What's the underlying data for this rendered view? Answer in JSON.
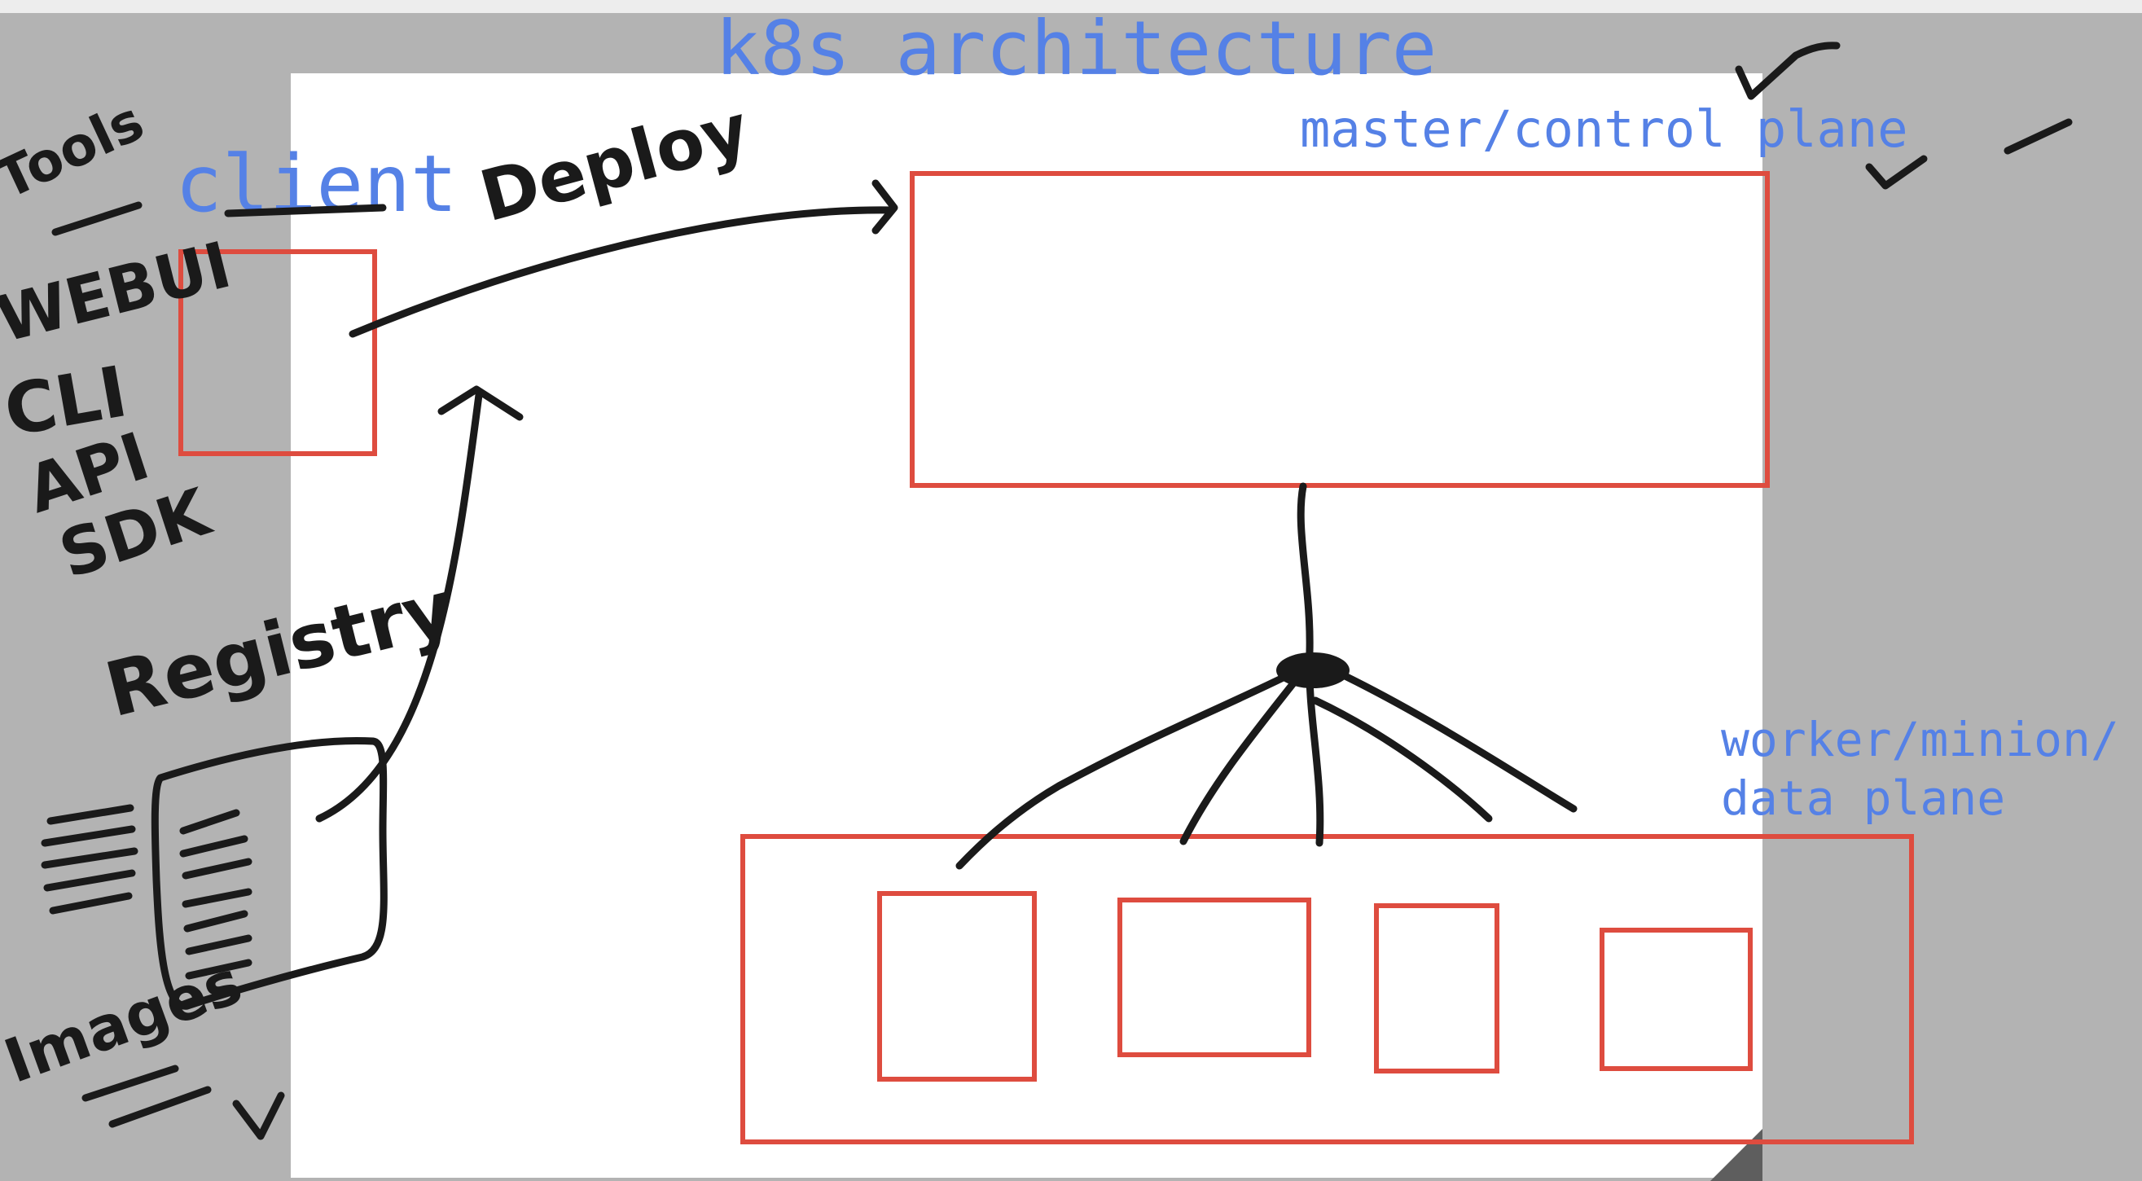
{
  "title": "k8s architecture",
  "labels": {
    "client": "client",
    "master": "master/control plane",
    "worker_line1": "worker/minion/",
    "worker_line2": "data plane"
  },
  "handwritten": {
    "tools": "Tools",
    "deploy": "Deploy",
    "webui": "WEBUI",
    "cli": "CLI",
    "api": "API",
    "sdk": "SDK",
    "registry": "Registry",
    "images": "Images"
  },
  "colors": {
    "label_blue": "#5581e6",
    "box_red": "#de4c3f",
    "ink": "#1a1a1a",
    "background_gray": "#b3b3b3",
    "page_white": "#ffffff"
  },
  "pods_count": 4
}
